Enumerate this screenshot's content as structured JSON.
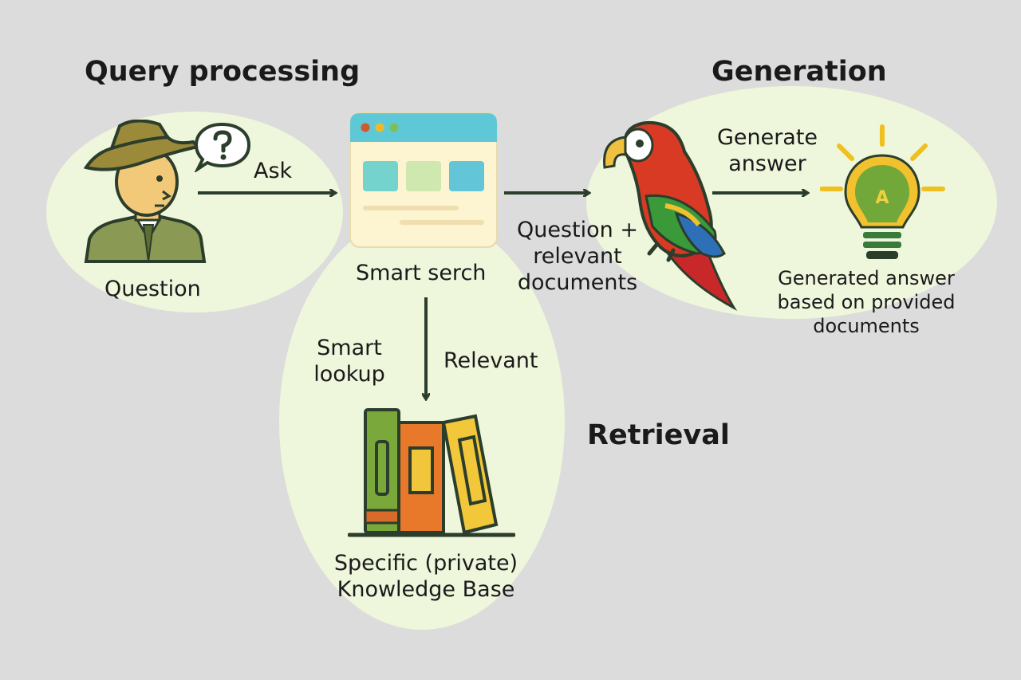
{
  "headings": {
    "query_processing": "Query processing",
    "generation": "Generation",
    "retrieval": "Retrieval"
  },
  "labels": {
    "ask": "Ask",
    "question": "Question",
    "smart_search": "Smart serch",
    "question_plus_docs": [
      "Question +",
      "relevant",
      "documents"
    ],
    "generate_answer": [
      "Generate",
      "answer"
    ],
    "generated_answer": [
      "Generated answer",
      "based on provided",
      "documents"
    ],
    "smart_lookup": [
      "Smart",
      "lookup"
    ],
    "relevant": "Relevant",
    "knowledge_base": [
      "Specific (private)",
      "Knowledge Base"
    ]
  },
  "bulb_letter": "A",
  "icons": {
    "user": "detective-user-icon",
    "question_bubble": "question-bubble-icon",
    "search_window": "browser-window-icon",
    "llm": "parrot-icon",
    "answer": "lightbulb-icon",
    "knowledge": "books-icon"
  },
  "colors": {
    "background": "#dcdcdc",
    "region": "#eef6dc",
    "arrow": "#2b3d2b"
  }
}
